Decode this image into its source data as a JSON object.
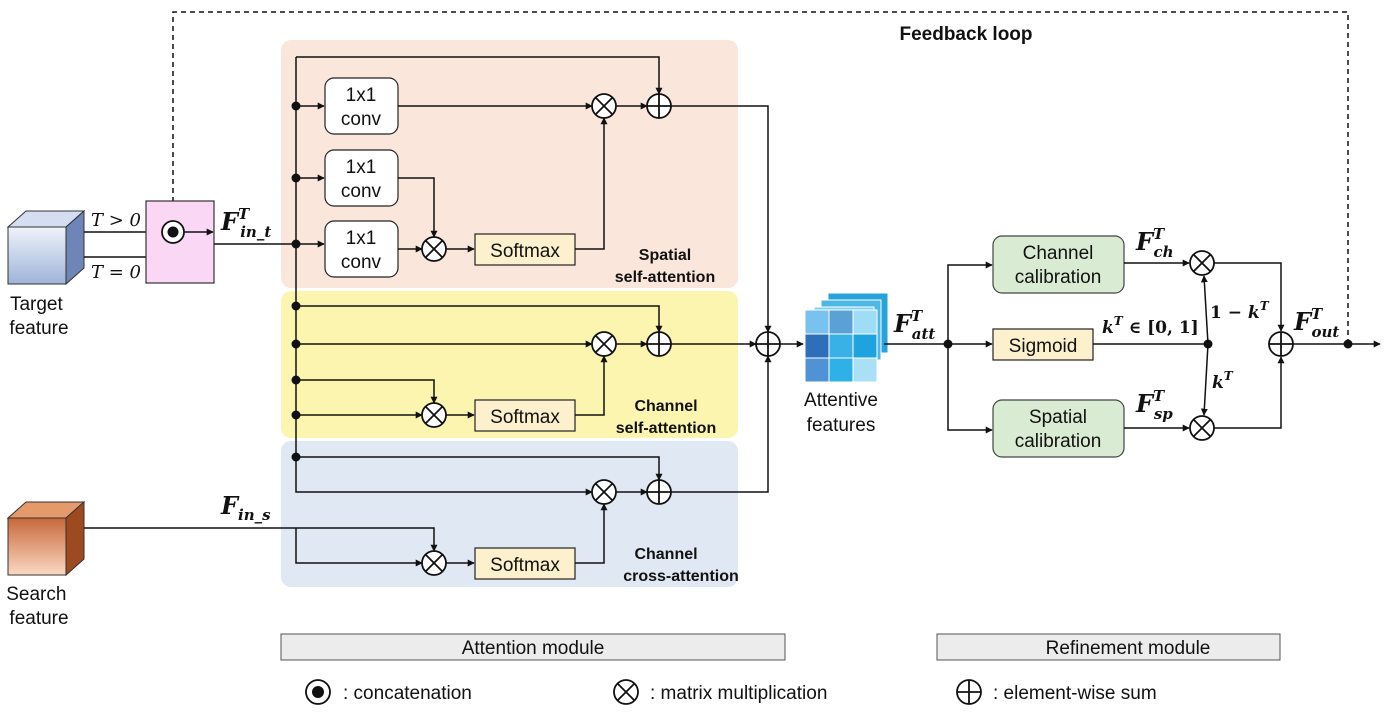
{
  "feedback_label": "Feedback loop",
  "inputs": {
    "target": [
      "Target",
      "feature"
    ],
    "search": [
      "Search",
      "feature"
    ]
  },
  "conditions": {
    "t_gt": "T > 0",
    "t_eq": "T = 0"
  },
  "symbols": {
    "F": "F",
    "T": "T",
    "in_t": "in_t",
    "in_s": "in_s",
    "att": "att",
    "ch": "ch",
    "sp": "sp",
    "out": "out",
    "k": "k",
    "one_minus": "1 − ",
    "k_range": " ∈ [0, 1]"
  },
  "blocks": {
    "conv_a": [
      "1x1",
      "conv"
    ],
    "conv_b": [
      "1x1",
      "conv"
    ],
    "conv_c": [
      "1x1",
      "conv"
    ],
    "softmax_1": "Softmax",
    "softmax_2": "Softmax",
    "softmax_3": "Softmax",
    "channel_calibration": [
      "Channel",
      "calibration"
    ],
    "sigmoid": "Sigmoid",
    "spatial_calibration": [
      "Spatial",
      "calibration"
    ]
  },
  "regions": {
    "spatial": [
      "Spatial",
      "self-attention"
    ],
    "channel_self": [
      "Channel",
      "self-attention"
    ],
    "channel_cross": [
      "Channel",
      "cross-attention"
    ]
  },
  "attentive_features": [
    "Attentive",
    "features"
  ],
  "modules": {
    "attention": "Attention module",
    "refinement": "Refinement module"
  },
  "legend": {
    "concat": ": concatenation",
    "matmul": ": matrix multiplication",
    "sum": ": element-wise sum"
  },
  "colors": {
    "spatial_bg": "#fbe6dc",
    "channel_self_bg": "#fcf5b0",
    "channel_cross_bg": "#e0e9f3",
    "concat_bg": "#f9d7f5",
    "softmax_bg": "#fdf0cc",
    "calibration_bg": "#d9ecd3",
    "module_bar_bg": "#ececec"
  }
}
